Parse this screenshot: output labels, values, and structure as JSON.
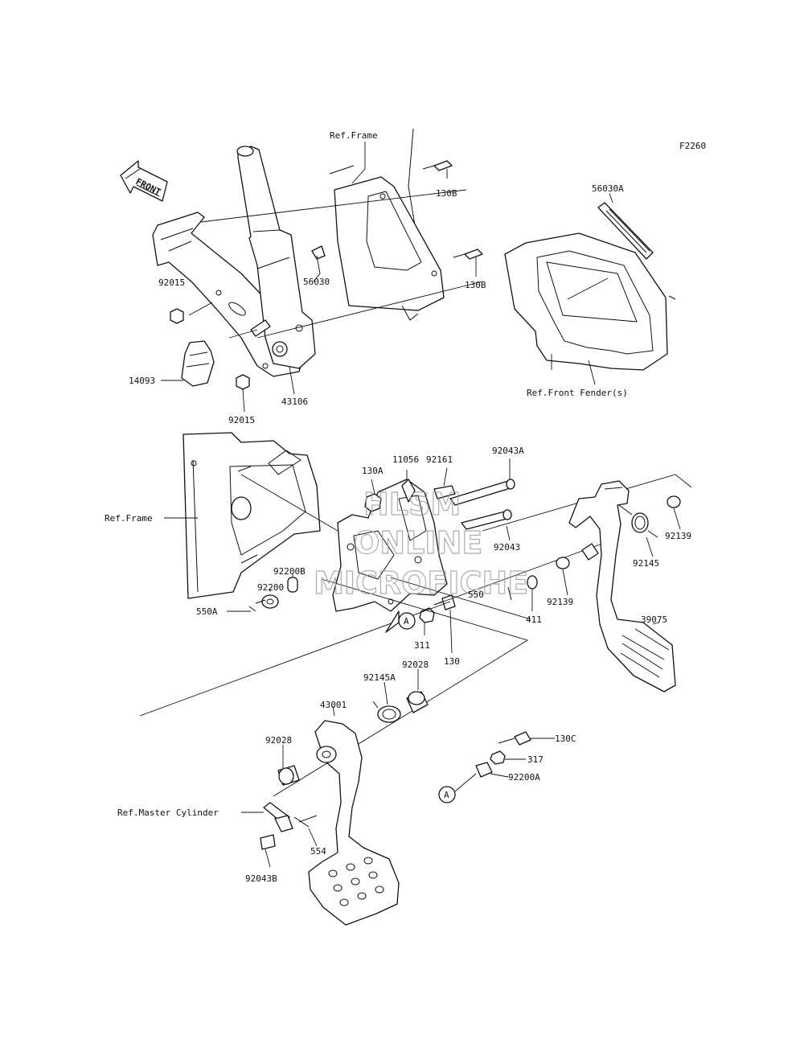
{
  "figure_code": "F2260",
  "direction_arrow": "FRONT",
  "callout_marker": "A",
  "watermark": [
    "HLSM",
    "ONLINE",
    "MICROFICHE"
  ],
  "reference_labels": {
    "frame_top": "Ref.Frame",
    "frame_mid": "Ref.Frame",
    "front_fender": "Ref.Front Fender(s)",
    "master_cylinder": "Ref.Master Cylinder"
  },
  "part_labels": {
    "p130B_a": "130B",
    "p130B_b": "130B",
    "p56030A": "56030A",
    "p92015_a": "92015",
    "p92015_b": "92015",
    "p56030": "56030",
    "p14093": "14093",
    "p43106": "43106",
    "p130A": "130A",
    "p11056": "11056",
    "p92161": "92161",
    "p92043A": "92043A",
    "p92043": "92043",
    "p92139_a": "92139",
    "p92139_b": "92139",
    "p92145": "92145",
    "p92200B": "92200B",
    "p92200": "92200",
    "p550": "550",
    "p550A": "550A",
    "p411": "411",
    "p311": "311",
    "p130": "130",
    "p39075": "39075",
    "p92028_a": "92028",
    "p92028_b": "92028",
    "p92145A": "92145A",
    "p43001": "43001",
    "p130C": "130C",
    "p317": "317",
    "p92200A": "92200A",
    "p554": "554",
    "p92043B": "92043B"
  }
}
